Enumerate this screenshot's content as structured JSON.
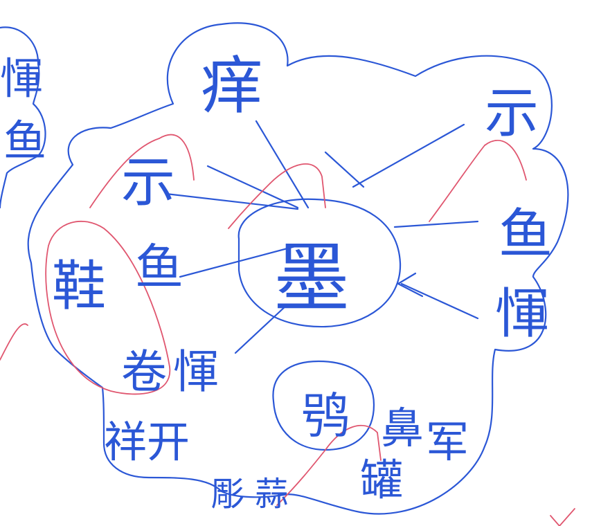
{
  "colors": {
    "blue_ink": "#2b57d6",
    "red_ink": "#e0566f",
    "background": "#ffffff"
  },
  "diagram": {
    "center": {
      "label": "墨"
    },
    "top": {
      "label": "痒"
    },
    "left_upper": {
      "label": "示"
    },
    "left_middle_a": {
      "label": "鞋"
    },
    "left_middle_b": {
      "label": "鱼"
    },
    "left_lower_a": {
      "label": "卷"
    },
    "left_lower_b": {
      "label": "惲"
    },
    "bottom_left": {
      "label": "祥开"
    },
    "bottom_center": {
      "label": "彫 蒜"
    },
    "bottom_circle": {
      "label": "鸮"
    },
    "bottom_right_a": {
      "label": "鼻"
    },
    "bottom_right_b": {
      "label": "军"
    },
    "bottom_right_c": {
      "label": "罐"
    },
    "right_upper": {
      "label": "示"
    },
    "right_middle": {
      "label": "鱼"
    },
    "right_lower": {
      "label": "惲"
    },
    "far_left_top": {
      "label": "惲"
    },
    "far_left_bottom": {
      "label": "鱼"
    },
    "corner_mark": {
      "label": "Y"
    }
  }
}
